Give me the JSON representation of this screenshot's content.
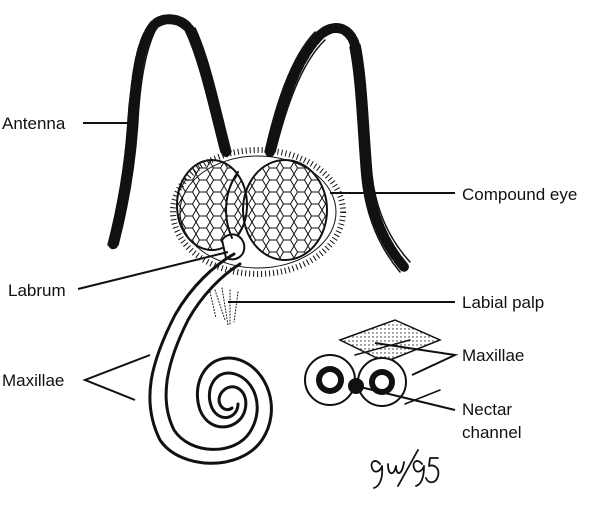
{
  "labels": {
    "antenna": "Antenna",
    "compound_eye": "Compound eye",
    "labrum": "Labrum",
    "labial_palp": "Labial palp",
    "maxillae_left": "Maxillae",
    "maxillae_right": "Maxillae",
    "nectar_channel_line1": "Nectar",
    "nectar_channel_line2": "channel"
  },
  "signature": "9w/95",
  "colors": {
    "ink": "#111111",
    "background": "#ffffff"
  }
}
